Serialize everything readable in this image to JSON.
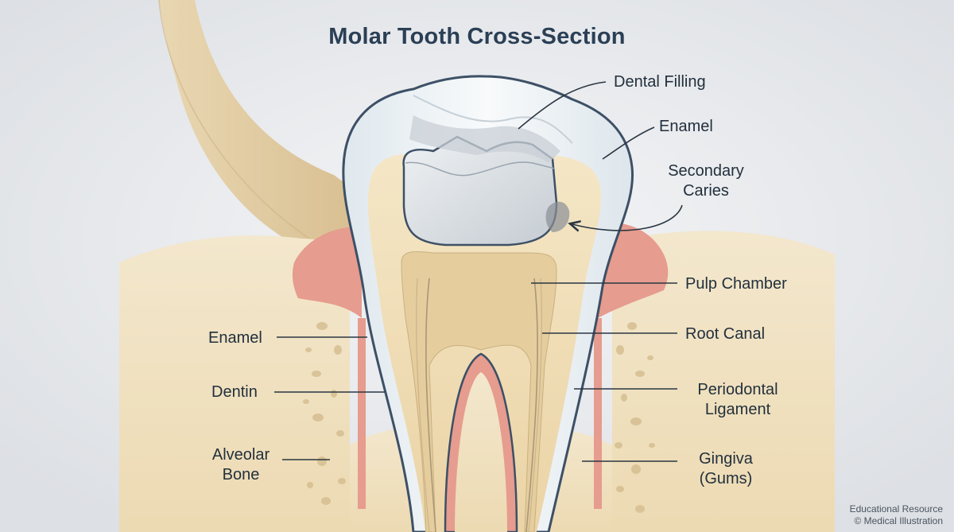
{
  "title": "Molar Tooth Cross-Section",
  "labels": {
    "dental_filling": "Dental Filling",
    "enamel_right": "Enamel",
    "secondary_caries_line1": "Secondary",
    "secondary_caries_line2": "Caries",
    "pulp_chamber": "Pulp Chamber",
    "root_canal": "Root Canal",
    "periodontal_line1": "Periodontal",
    "periodontal_line2": "Ligament",
    "gingiva_line1": "Gingiva",
    "gingiva_line2": "(Gums)",
    "enamel_left": "Enamel",
    "dentin": "Dentin",
    "alveolar_line1": "Alveolar",
    "alveolar_line2": "Bone"
  },
  "footer": {
    "line1": "Educational Resource",
    "line2": "© Medical Illustration"
  },
  "colors": {
    "background": "#e9ebee",
    "bone": "#f1e4c6",
    "gum": "#e79c8d",
    "enamel": "#eef2f5",
    "dentin": "#f0deb6",
    "pulp": "#e7d0a3",
    "filling": "#d7dde2",
    "outline": "#3d5066",
    "leader": "#2a3642"
  }
}
